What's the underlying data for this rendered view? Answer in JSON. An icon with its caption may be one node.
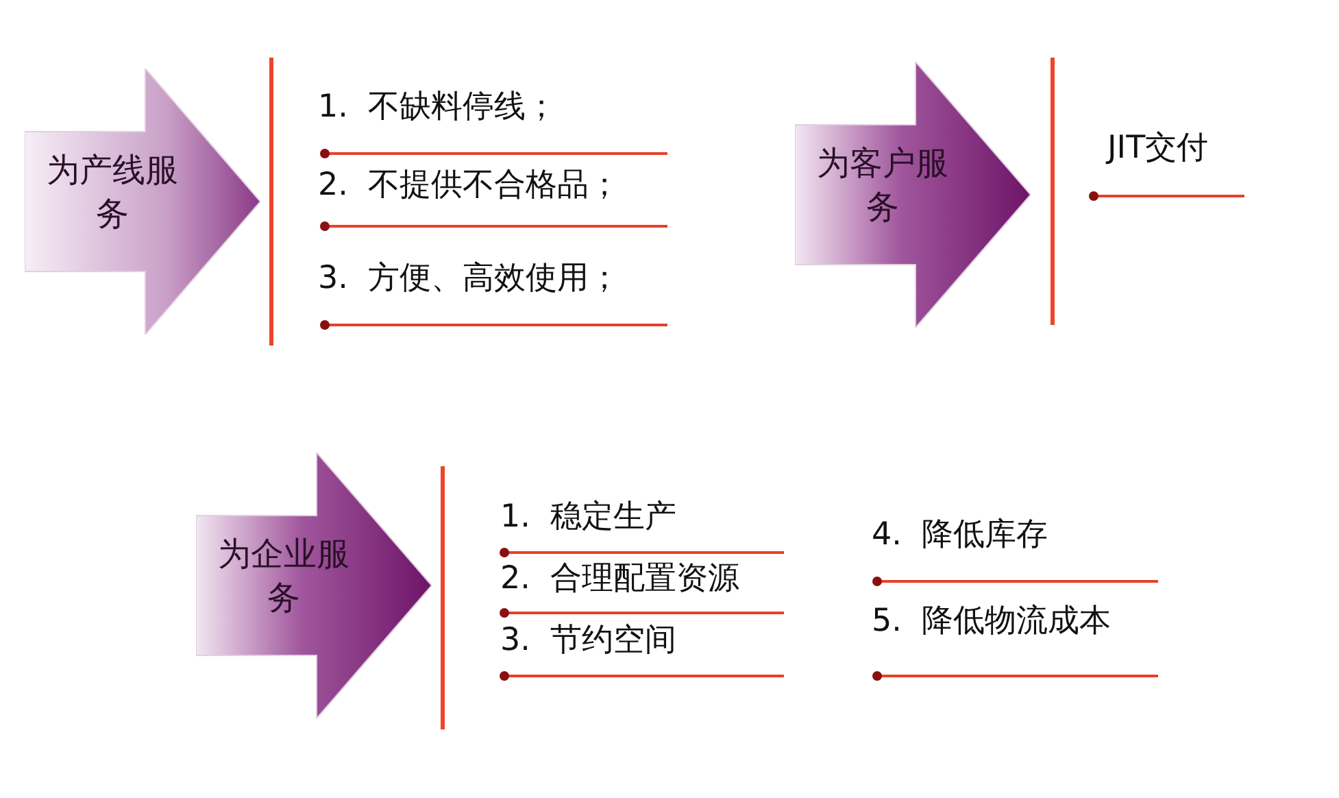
{
  "diagram": {
    "nodes": [
      {
        "text": [
          "为产线服务"
        ]
      },
      {
        "text": [
          "为客户服务"
        ]
      },
      {
        "text": [
          "为企业服务"
        ]
      }
    ],
    "labels": [
      "1.  不缺料停线；",
      "2.  不提供不合格品；",
      "3.  方便、高效使用；",
      "JIT交付",
      "1.  稳定生产",
      "2.  合理配置资源",
      "3.  节约空间",
      "4.  降低库存",
      "5.  降低物流成本"
    ]
  }
}
